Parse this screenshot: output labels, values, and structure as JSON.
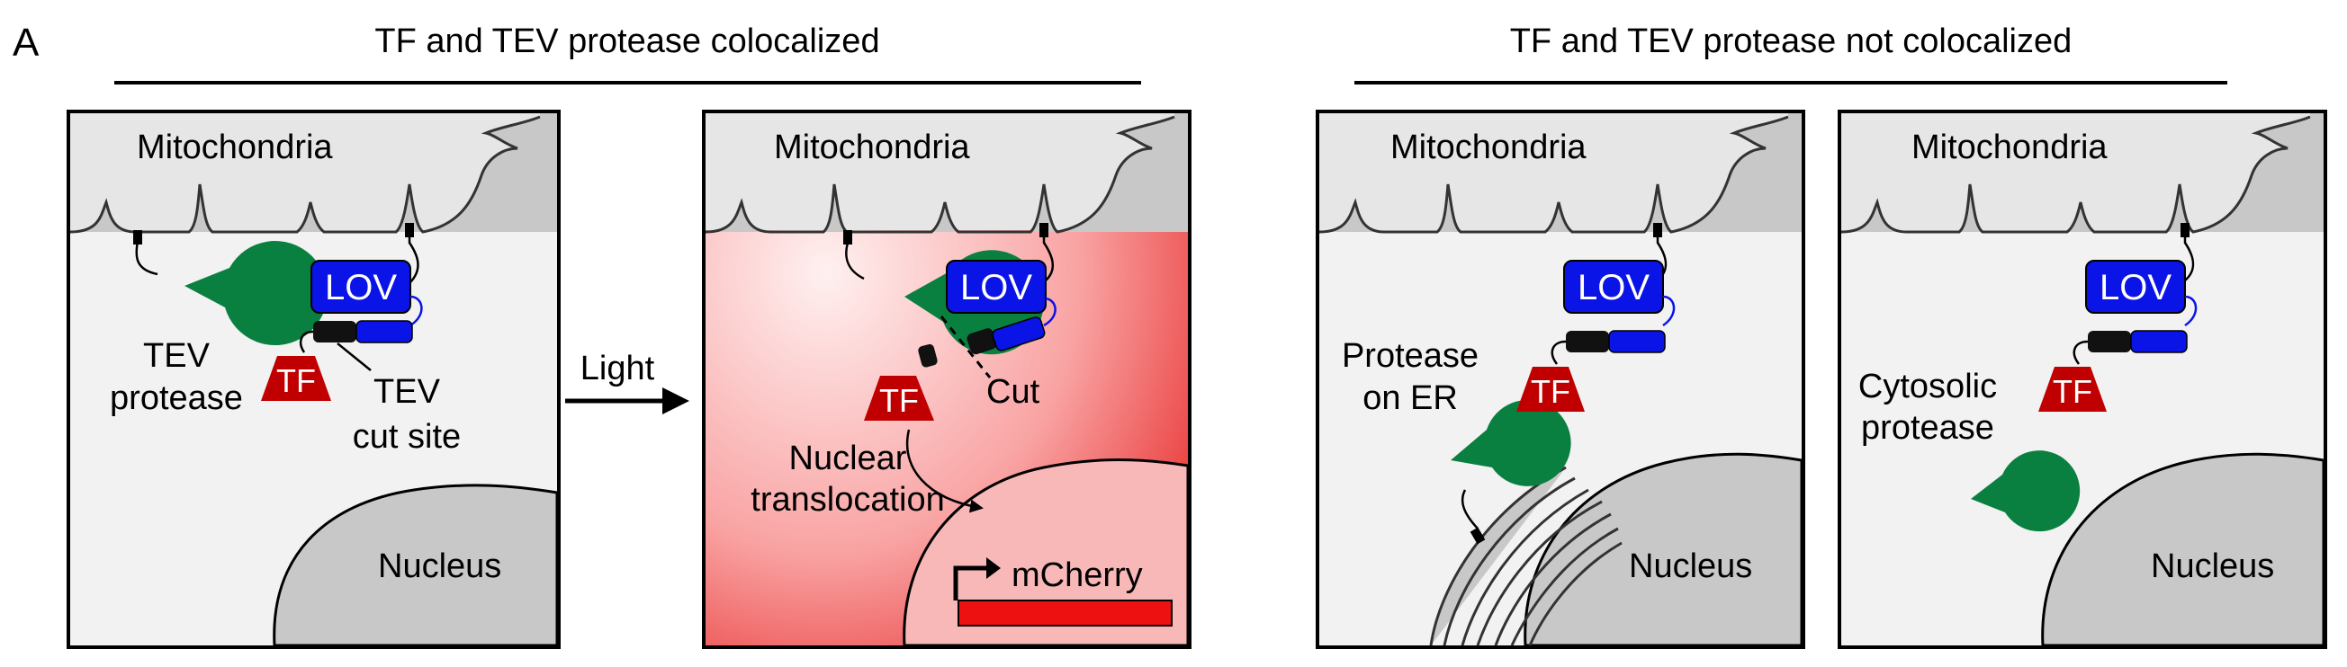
{
  "panel_letter": "A",
  "headings": {
    "colocalized": "TF and TEV protease colocalized",
    "not_colocalized": "TF and TEV protease not colocalized"
  },
  "labels": {
    "mitochondria": "Mitochondria",
    "nucleus": "Nucleus",
    "lov": "LOV",
    "tf": "TF",
    "tev_protease_1": "TEV",
    "tev_protease_2": "protease",
    "tev_cut_site_1": "TEV",
    "tev_cut_site_2": "cut site",
    "light": "Light",
    "cut": "Cut",
    "nuclear_translocation_1": "Nuclear",
    "nuclear_translocation_2": "translocation",
    "mcherry": "mCherry",
    "protease_on_er_1": "Protease",
    "protease_on_er_2": "on ER",
    "cytosolic_protease_1": "Cytosolic",
    "cytosolic_protease_2": "protease"
  },
  "colors": {
    "lov": "#0a14e6",
    "tf": "#c00000",
    "protease": "#0a8040",
    "mcherry_bar": "#ee1111",
    "mitochondria_fill": "#c8c8c8",
    "nucleus_fill": "#c8c8c8",
    "panel_bg": "#f2f2f2"
  }
}
